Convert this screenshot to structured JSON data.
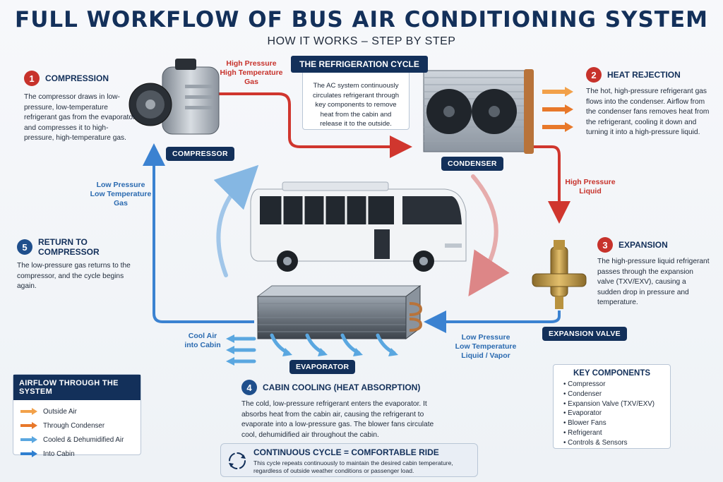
{
  "header": {
    "title": "FULL WORKFLOW OF BUS AIR CONDITIONING SYSTEM",
    "subtitle": "HOW IT WORKS – STEP BY STEP"
  },
  "cycle": {
    "title": "THE REFRIGERATION CYCLE",
    "text": "The AC system continuously circulates refrigerant through key components to remove heat from the cabin and release it to the outside."
  },
  "steps": [
    {
      "num": "1",
      "title": "COMPRESSION",
      "text": "The compressor draws in low-pressure, low-temperature refrigerant gas from the evaporator and compresses it to high-pressure, high-temperature gas."
    },
    {
      "num": "2",
      "title": "HEAT REJECTION",
      "text": "The hot, high-pressure refrigerant gas flows into the condenser. Airflow from the condenser fans removes heat from the refrigerant, cooling it down and turning it into a high-pressure liquid."
    },
    {
      "num": "3",
      "title": "EXPANSION",
      "text": "The high-pressure liquid refrigerant passes through the expansion valve (TXV/EXV), causing a sudden drop in pressure and temperature."
    },
    {
      "num": "4",
      "title": "CABIN COOLING (HEAT ABSORPTION)",
      "text": "The cold, low-pressure refrigerant enters the evaporator. It absorbs heat from the cabin air, causing the refrigerant to evaporate into a low-pressure gas. The blower fans circulate cool, dehumidified air throughout the cabin."
    },
    {
      "num": "5",
      "title": "RETURN TO COMPRESSOR",
      "text": "The low-pressure gas returns to the compressor, and the cycle begins again."
    }
  ],
  "components": {
    "compressor": "COMPRESSOR",
    "condenser": "CONDENSER",
    "expansion_valve": "EXPANSION VALVE",
    "evaporator": "EVAPORATOR"
  },
  "flows": {
    "hp_gas": [
      "High Pressure",
      "High Temperature",
      "Gas"
    ],
    "hp_liquid": [
      "High Pressure",
      "Liquid"
    ],
    "lp_gas": [
      "Low Pressure",
      "Low Temperature",
      "Gas"
    ],
    "lp_liquid": [
      "Low Pressure",
      "Low Temperature",
      "Liquid / Vapor"
    ],
    "cool_air": [
      "Cool Air",
      "into Cabin"
    ]
  },
  "legend": {
    "title": "AIRFLOW THROUGH THE SYSTEM",
    "items": [
      {
        "label": "Outside Air",
        "color": "#f2a14a"
      },
      {
        "label": "Through Condenser",
        "color": "#e8782a"
      },
      {
        "label": "Cooled & Dehumidified Air",
        "color": "#5aa7e0"
      },
      {
        "label": "Into Cabin",
        "color": "#2f7fd0"
      }
    ]
  },
  "key_components": {
    "title": "KEY COMPONENTS",
    "items": [
      "Compressor",
      "Condenser",
      "Expansion Valve (TXV/EXV)",
      "Evaporator",
      "Blower Fans",
      "Refrigerant",
      "Controls & Sensors"
    ]
  },
  "continuous": {
    "title": "CONTINUOUS CYCLE = COMFORTABLE RIDE",
    "text": "This cycle repeats continuously to maintain the desired cabin temperature, regardless of outside weather conditions or passenger load."
  },
  "colors": {
    "navy": "#13305a",
    "red_line": "#d0362e",
    "blue_line": "#3b82d1"
  }
}
